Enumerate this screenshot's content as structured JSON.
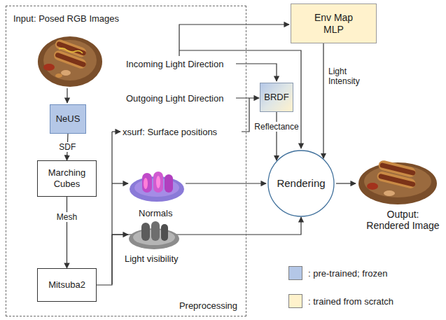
{
  "diagram": {
    "nodes": [
      {
        "text": [
          "Input: Posed RGB Images",
          "Preprocessing"
        ]
      },
      {
        "text": [
          "NeUS"
        ],
        "in": 0
      },
      {
        "text": [
          "Marching Cubes"
        ],
        "in": 0
      },
      {
        "text": [
          "Mitsuba2"
        ],
        "in": 0
      },
      {
        "text": [
          "Env Map MLP"
        ]
      },
      {
        "text": [
          "BRDF"
        ]
      },
      {
        "text": [
          "Rendering"
        ]
      }
    ],
    "edges": [
      {
        "from": 1,
        "to": 2,
        "label": "SDF",
        "arrow": "to"
      },
      {
        "from": 2,
        "to": 3,
        "label": "Mesh",
        "arrow": "to"
      },
      {
        "from": 3,
        "to": 6,
        "arrow": "to"
      },
      {
        "from": 5,
        "to": 6,
        "label": "Reflectance",
        "arrow": "to"
      },
      {
        "from": 4,
        "to": 6,
        "label": "Light Intensity",
        "arrow": "to"
      }
    ],
    "labels": [
      "Incoming Light Direction",
      "Outgoing Light Direction",
      "xsurf: Surface positions",
      "Normals",
      "Light visibility",
      "Output: Rendered Image"
    ],
    "legend": [
      {
        "text": ": pre-trained; frozen",
        "color": "#b4c7e7"
      },
      {
        "text": ": trained from scratch",
        "color": "#fff2cc"
      }
    ]
  }
}
